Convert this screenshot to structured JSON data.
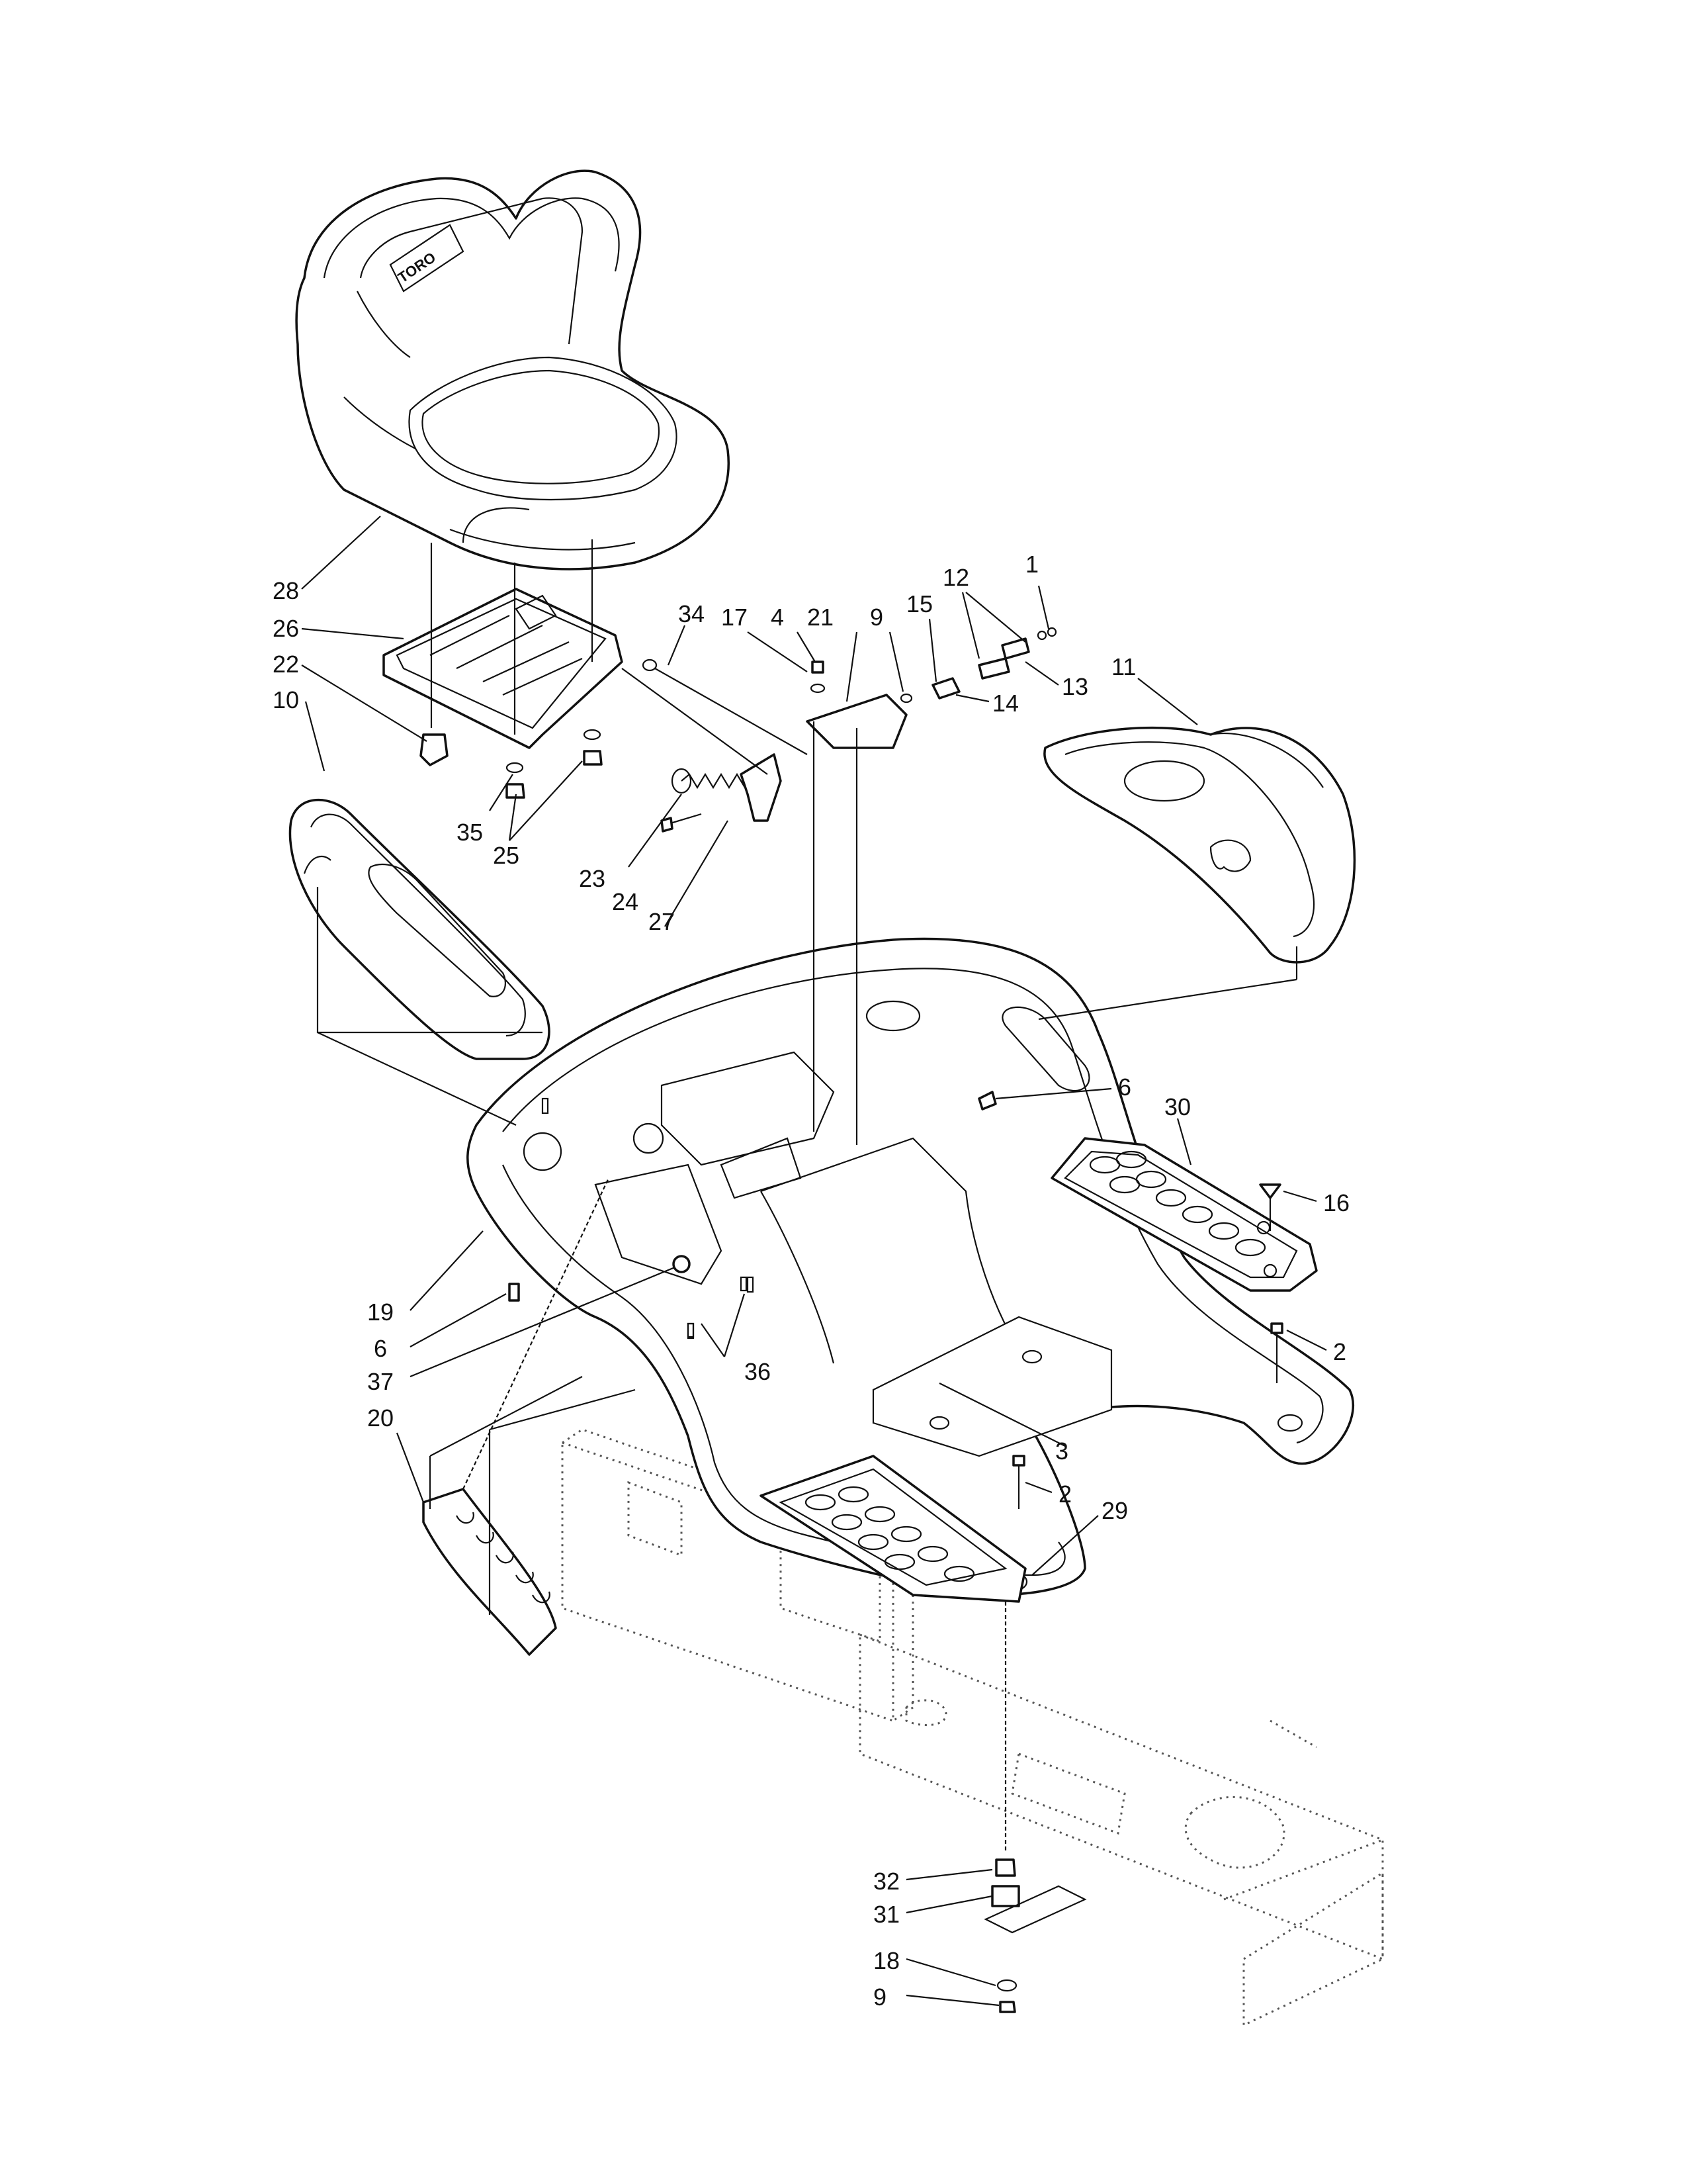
{
  "seat": {
    "brand": "TORO"
  },
  "callouts": {
    "c1": "1",
    "c2a": "2",
    "c2b": "2",
    "c3": "3",
    "c4": "4",
    "c6a": "6",
    "c6b": "6",
    "c9a": "9",
    "c9b": "9",
    "c10": "10",
    "c11": "11",
    "c12": "12",
    "c13": "13",
    "c14": "14",
    "c15": "15",
    "c16": "16",
    "c17": "17",
    "c18": "18",
    "c19": "19",
    "c20": "20",
    "c21": "21",
    "c22": "22",
    "c23": "23",
    "c24": "24",
    "c25": "25",
    "c26": "26",
    "c27": "27",
    "c28": "28",
    "c29": "29",
    "c30": "30",
    "c31": "31",
    "c32": "32",
    "c34": "34",
    "c35": "35",
    "c36": "36",
    "c37": "37"
  }
}
